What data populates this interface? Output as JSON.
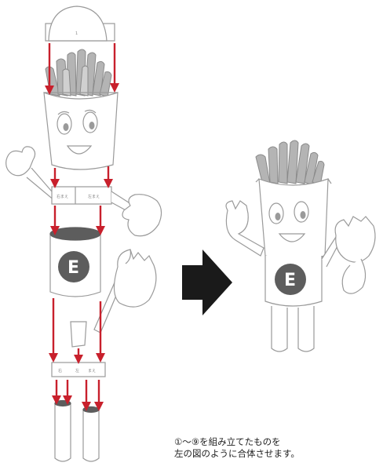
{
  "labels": {
    "head_part": "1",
    "right_hand": "右まえ",
    "left_hand": "左まえ",
    "waist_right": "右",
    "waist_left": "左",
    "front_mark": "まえ",
    "emblem": "E",
    "emblem_result": "E"
  },
  "caption": {
    "line1": "①〜⑨を組み立てたものを",
    "line2": "左の図のように合体させます。"
  },
  "colors": {
    "arrow": "#c8202c",
    "outline": "#9a9a9a",
    "fries": "#a8a8a8",
    "emblem": "#5d5d5d",
    "big_arrow": "#1a1a1a"
  }
}
